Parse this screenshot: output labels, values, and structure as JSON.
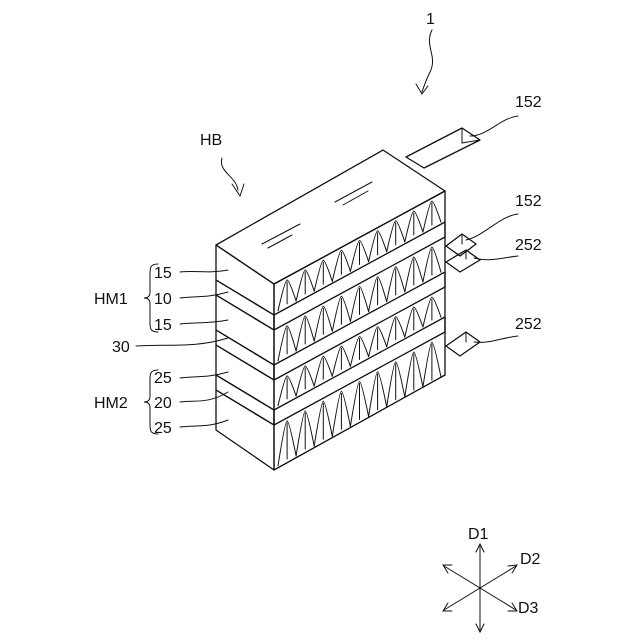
{
  "labels": {
    "assembly": "1",
    "stack": "HB",
    "module1": "HM1",
    "module2": "HM2",
    "plate_top_1": "15",
    "layer_1": "10",
    "plate_bottom_1": "15",
    "separator": "30",
    "plate_top_2": "25",
    "layer_2": "20",
    "plate_bottom_2": "25",
    "tab_a1": "152",
    "tab_a2": "152",
    "tab_b1": "252",
    "tab_b2": "252"
  },
  "directions": {
    "d1": "D1",
    "d2": "D2",
    "d3": "D3"
  }
}
